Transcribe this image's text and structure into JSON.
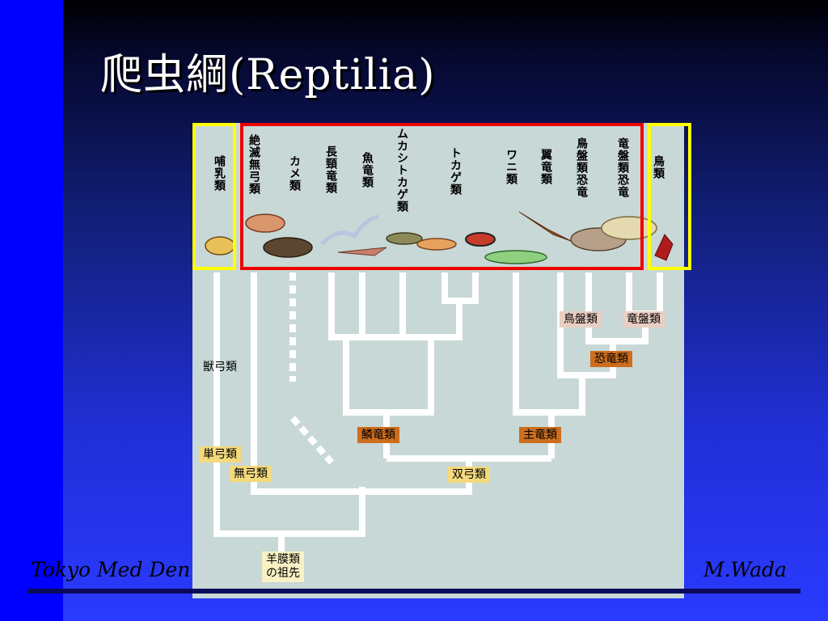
{
  "slide": {
    "title": "爬虫綱(Reptilia)",
    "footer_left": "Tokyo Med Den",
    "footer_right": "M.Wada"
  },
  "taxa": [
    {
      "id": "mammals",
      "label": "哺乳類"
    },
    {
      "id": "extinct_anapsids",
      "label": "絶滅無弓類"
    },
    {
      "id": "turtles",
      "label": "カメ類"
    },
    {
      "id": "plesiosaurs",
      "label": "長頸竜類"
    },
    {
      "id": "ichthyosaurs",
      "label": "魚竜類"
    },
    {
      "id": "tuatara",
      "label": "ムカシトカゲ類"
    },
    {
      "id": "lizards",
      "label": "トカゲ類"
    },
    {
      "id": "crocodiles",
      "label": "ワニ類"
    },
    {
      "id": "pterosaurs",
      "label": "翼竜類"
    },
    {
      "id": "ornithischians",
      "label": "鳥盤類恐竜"
    },
    {
      "id": "saurischians",
      "label": "竜盤類恐竜"
    },
    {
      "id": "birds",
      "label": "鳥類"
    }
  ],
  "clades": {
    "synapsida": "獣弓類",
    "synapsid_group": "単弓類",
    "anapsida": "無弓類",
    "lepidosaurs": "鱗竜類",
    "archosaurs": "主竜類",
    "diapsida": "双弓類",
    "dinosaurs": "恐竜類",
    "ornithischia": "鳥盤類",
    "saurischia": "竜盤類",
    "root_line1": "羊膜類",
    "root_line2": "の祖先"
  },
  "colors": {
    "frame_mammal_bird": "#ffff00",
    "frame_reptiles": "#ee0000",
    "branch": "#ffffff",
    "tag_yellow": "#f4d97c",
    "tag_orange": "#cc6e1e",
    "tag_pink": "#e9cec2"
  }
}
